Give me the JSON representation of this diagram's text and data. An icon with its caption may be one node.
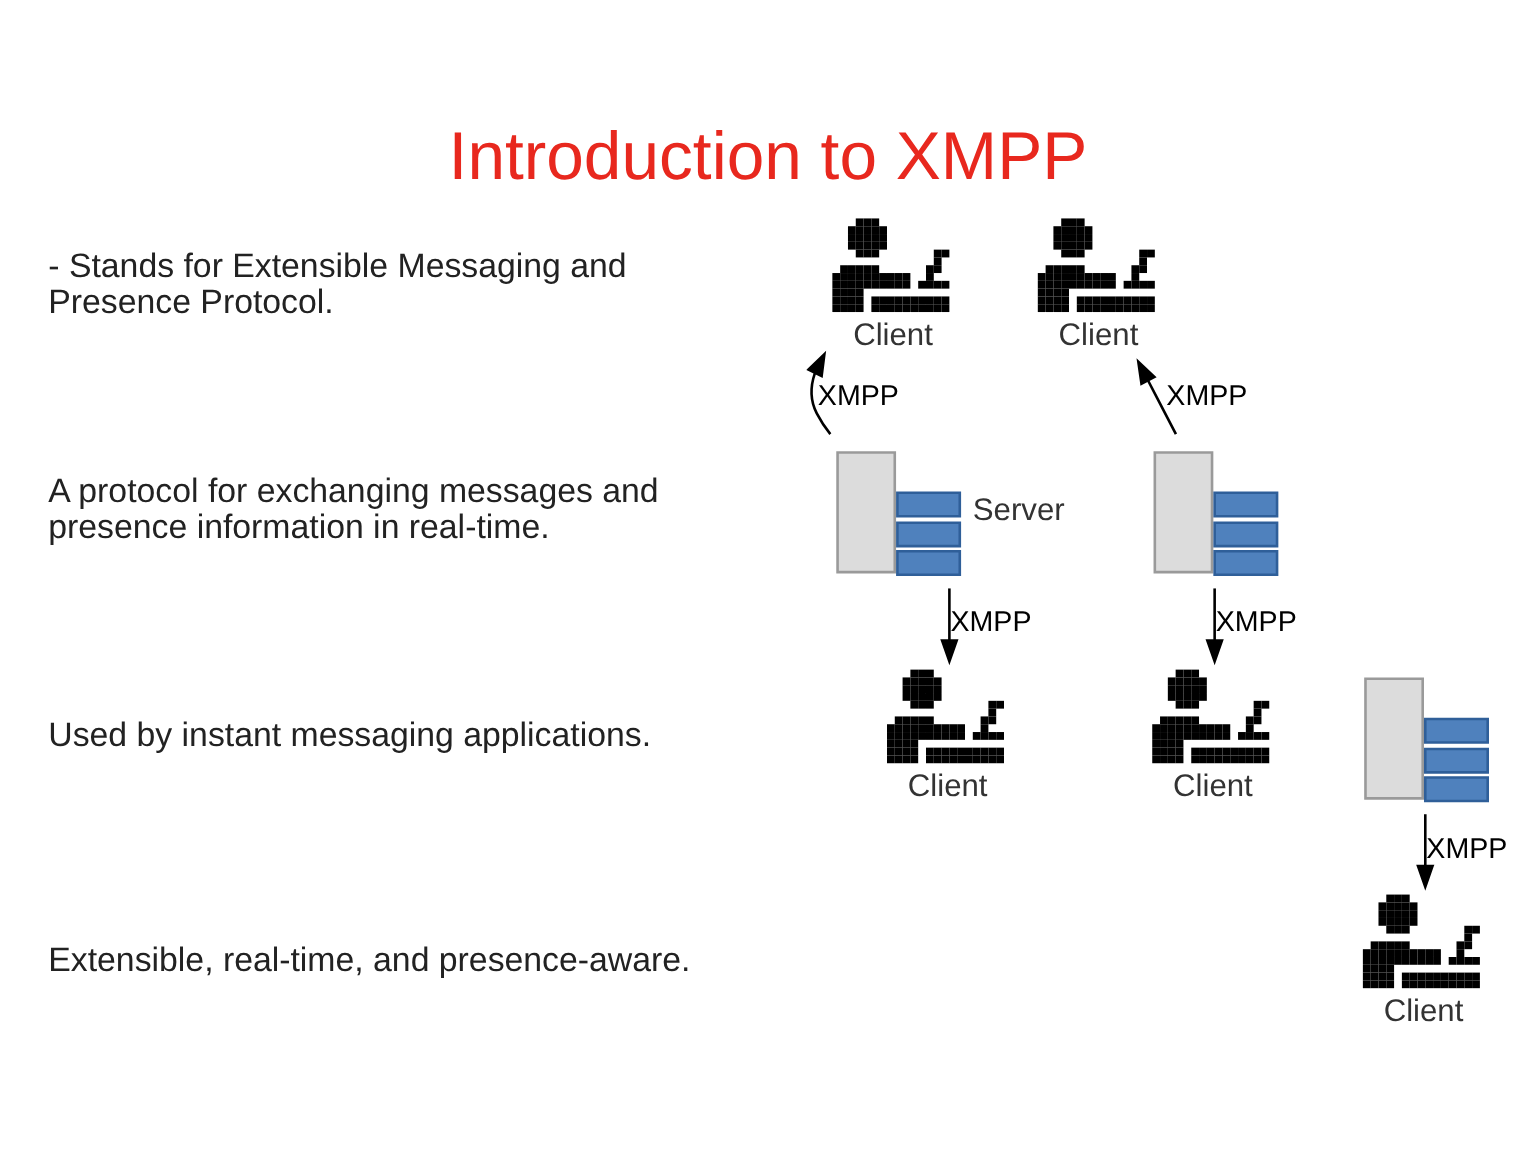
{
  "diagram": {
    "title": "Introduction to XMPP",
    "nodes": [
      {
        "text": [],
        "shape": "person",
        "beside": [
          "Client"
        ]
      },
      {
        "text": [],
        "shape": "picture",
        "beside": [
          "Server"
        ]
      },
      {
        "text": [],
        "shape": "picture"
      },
      {
        "text": [],
        "shape": "person",
        "beside": [
          "Client"
        ]
      },
      {
        "text": [],
        "shape": "person",
        "beside": [
          "Client"
        ]
      },
      {
        "text": [],
        "shape": "picture"
      },
      {
        "text": [],
        "shape": "person",
        "beside": [
          "Client"
        ]
      },
      {
        "text": [],
        "shape": "person",
        "beside": [
          "Client"
        ]
      }
    ],
    "edges": [
      {
        "from": 1,
        "to": 0,
        "arrow": "to",
        "label": "XMPP"
      },
      {
        "from": 1,
        "to": 4,
        "arrow": "to",
        "label": "XMPP"
      },
      {
        "from": 2,
        "to": 3,
        "arrow": "to",
        "label": "XMPP"
      },
      {
        "from": 2,
        "to": 6,
        "arrow": "to",
        "label": "XMPP"
      },
      {
        "from": 5,
        "to": 7,
        "arrow": "to",
        "label": "XMPP"
      }
    ],
    "labels": [
      "- Stands for Extensible Messaging and Presence Protocol.",
      "A protocol for exchanging messages and presence information in real-time.",
      "Used by instant messaging applications.",
      "Extensible, real-time, and presence-aware."
    ]
  }
}
